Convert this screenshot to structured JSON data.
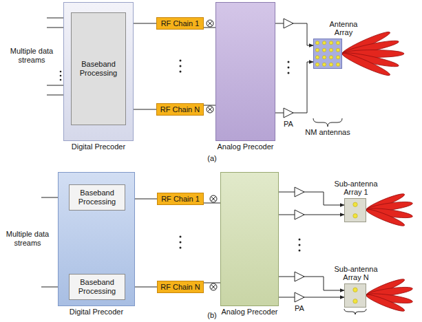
{
  "diagram": {
    "nodes": [
      {
        "text": [
          "Digital Precoder"
        ]
      },
      {
        "text": [
          "Baseband Processing"
        ],
        "in": 0
      },
      {
        "text": [
          "RF Chain 1"
        ]
      },
      {
        "text": [
          "RF Chain N"
        ]
      },
      {
        "text": [
          "Analog Precoder"
        ]
      },
      {
        "text": [
          "Antenna Array"
        ]
      },
      {
        "text": [
          "Digital Precoder"
        ]
      },
      {
        "text": [
          "Baseband Processing"
        ],
        "in": 6
      },
      {
        "text": [
          "Baseband Processing"
        ],
        "in": 6
      },
      {
        "text": [
          "RF Chain 1"
        ]
      },
      {
        "text": [
          "RF Chain N"
        ]
      },
      {
        "text": [
          "Analog Precoder"
        ]
      },
      {
        "text": [
          "Sub-antenna Array 1"
        ]
      },
      {
        "text": [
          "Sub-antenna Array N"
        ]
      }
    ],
    "edges": [
      {
        "from": 1,
        "to": 2,
        "arrow": "none"
      },
      {
        "from": 1,
        "to": 3,
        "arrow": "none"
      },
      {
        "from": 2,
        "to": 4,
        "arrow": "none"
      },
      {
        "from": 3,
        "to": 4,
        "arrow": "none"
      },
      {
        "from": 4,
        "to": 5,
        "arrow": "to"
      },
      {
        "from": 4,
        "to": 5,
        "arrow": "to"
      },
      {
        "from": 7,
        "to": 9,
        "arrow": "none"
      },
      {
        "from": 8,
        "to": 10,
        "arrow": "none"
      },
      {
        "from": 9,
        "to": 11,
        "arrow": "none"
      },
      {
        "from": 10,
        "to": 11,
        "arrow": "none"
      },
      {
        "from": 11,
        "to": 12,
        "arrow": "to"
      },
      {
        "from": 11,
        "to": 12,
        "arrow": "to"
      },
      {
        "from": 11,
        "to": 13,
        "arrow": "to"
      },
      {
        "from": 11,
        "to": 13,
        "arrow": "to"
      }
    ],
    "labels": [
      "Multiple data streams",
      "PA",
      "NM antennas",
      "(a)",
      "Multiple data streams",
      "PA",
      "(b)"
    ]
  }
}
